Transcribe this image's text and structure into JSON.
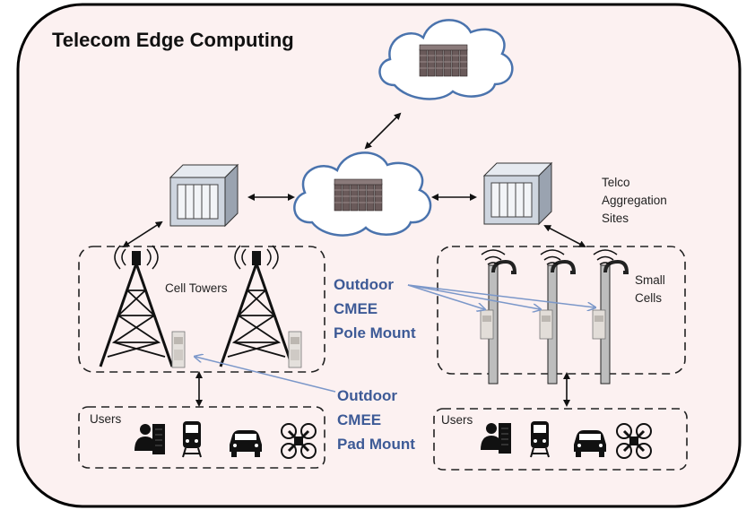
{
  "title": "Telecom Edge Computing",
  "labels": {
    "telco": [
      "Telco",
      "Aggregation",
      "Sites"
    ],
    "cell_towers": "Cell Towers",
    "small_cells": [
      "Small",
      "Cells"
    ],
    "users_left": "Users",
    "users_right": "Users",
    "pole_mount": [
      "Outdoor",
      "CMEE",
      "Pole Mount"
    ],
    "pad_mount": [
      "Outdoor",
      "CMEE",
      "Pad Mount"
    ]
  },
  "colors": {
    "frame_fill": "#fcf1f1",
    "cloud_stroke": "#4a73ad",
    "arrow_blue": "#7b97c9",
    "callout_text": "#3d5a96"
  },
  "icons": [
    "cloud-icon",
    "server-rack-icon",
    "datacenter-box-icon",
    "cell-tower-icon",
    "small-cell-pole-icon",
    "cabinet-icon",
    "user-icon",
    "train-icon",
    "car-icon",
    "drone-icon"
  ]
}
